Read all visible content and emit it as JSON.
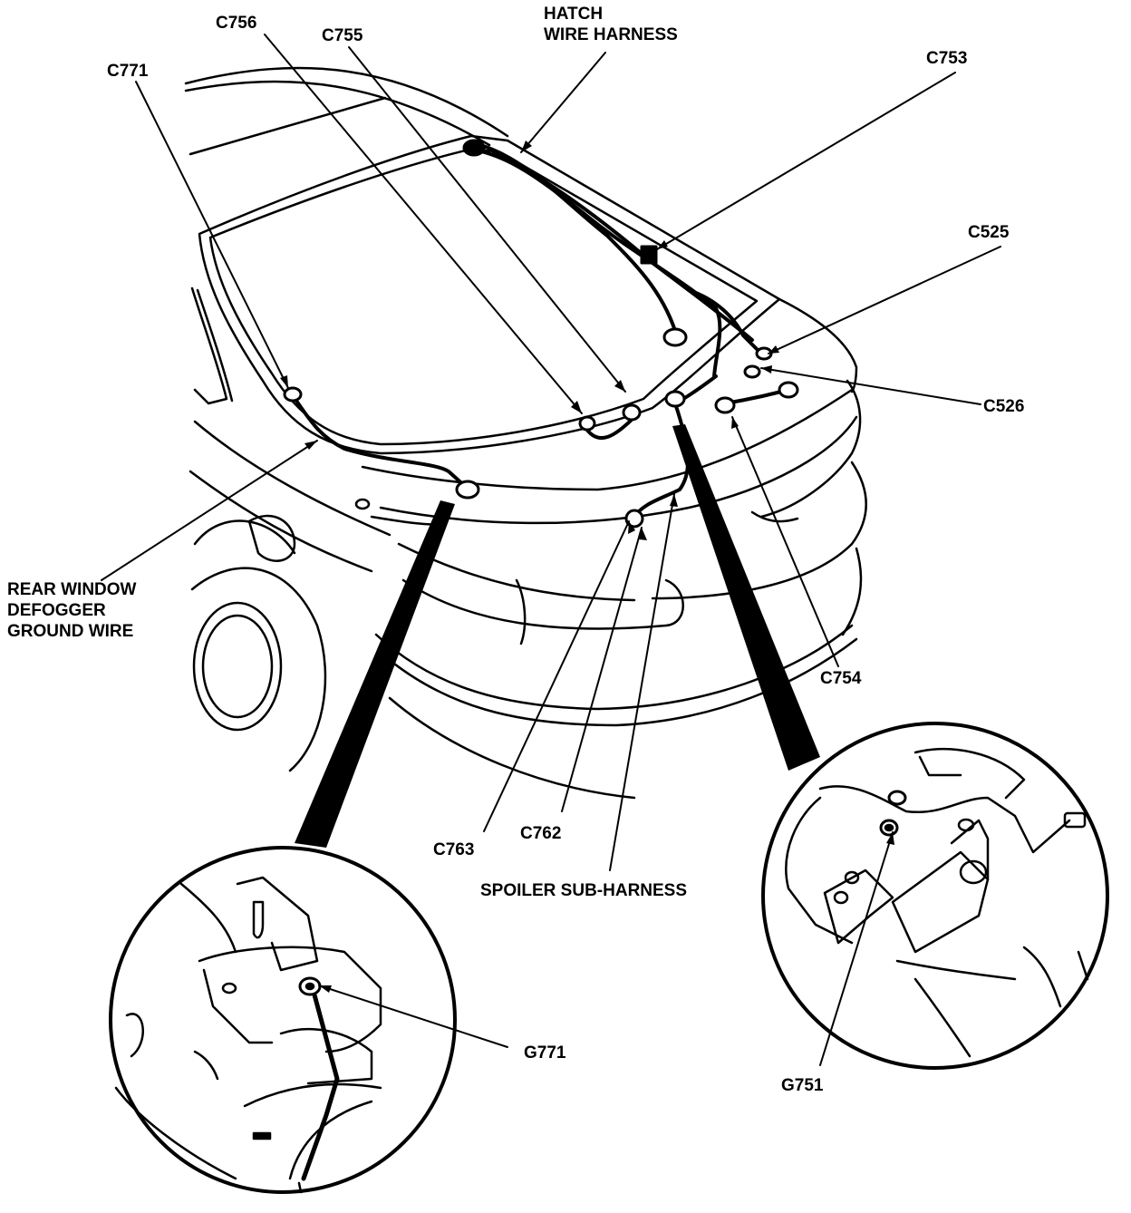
{
  "labels": {
    "c756": "C756",
    "c755": "C755",
    "hatch1": "HATCH",
    "hatch2": "WIRE HARNESS",
    "c771": "C771",
    "c753": "C753",
    "c525": "C525",
    "c526": "C526",
    "rear1": "REAR WINDOW",
    "rear2": "DEFOGGER",
    "rear3": "GROUND WIRE",
    "c754": "C754",
    "c763": "C763",
    "c762": "C762",
    "spoiler": "SPOILER SUB-HARNESS",
    "g771": "G771",
    "g751": "G751"
  }
}
